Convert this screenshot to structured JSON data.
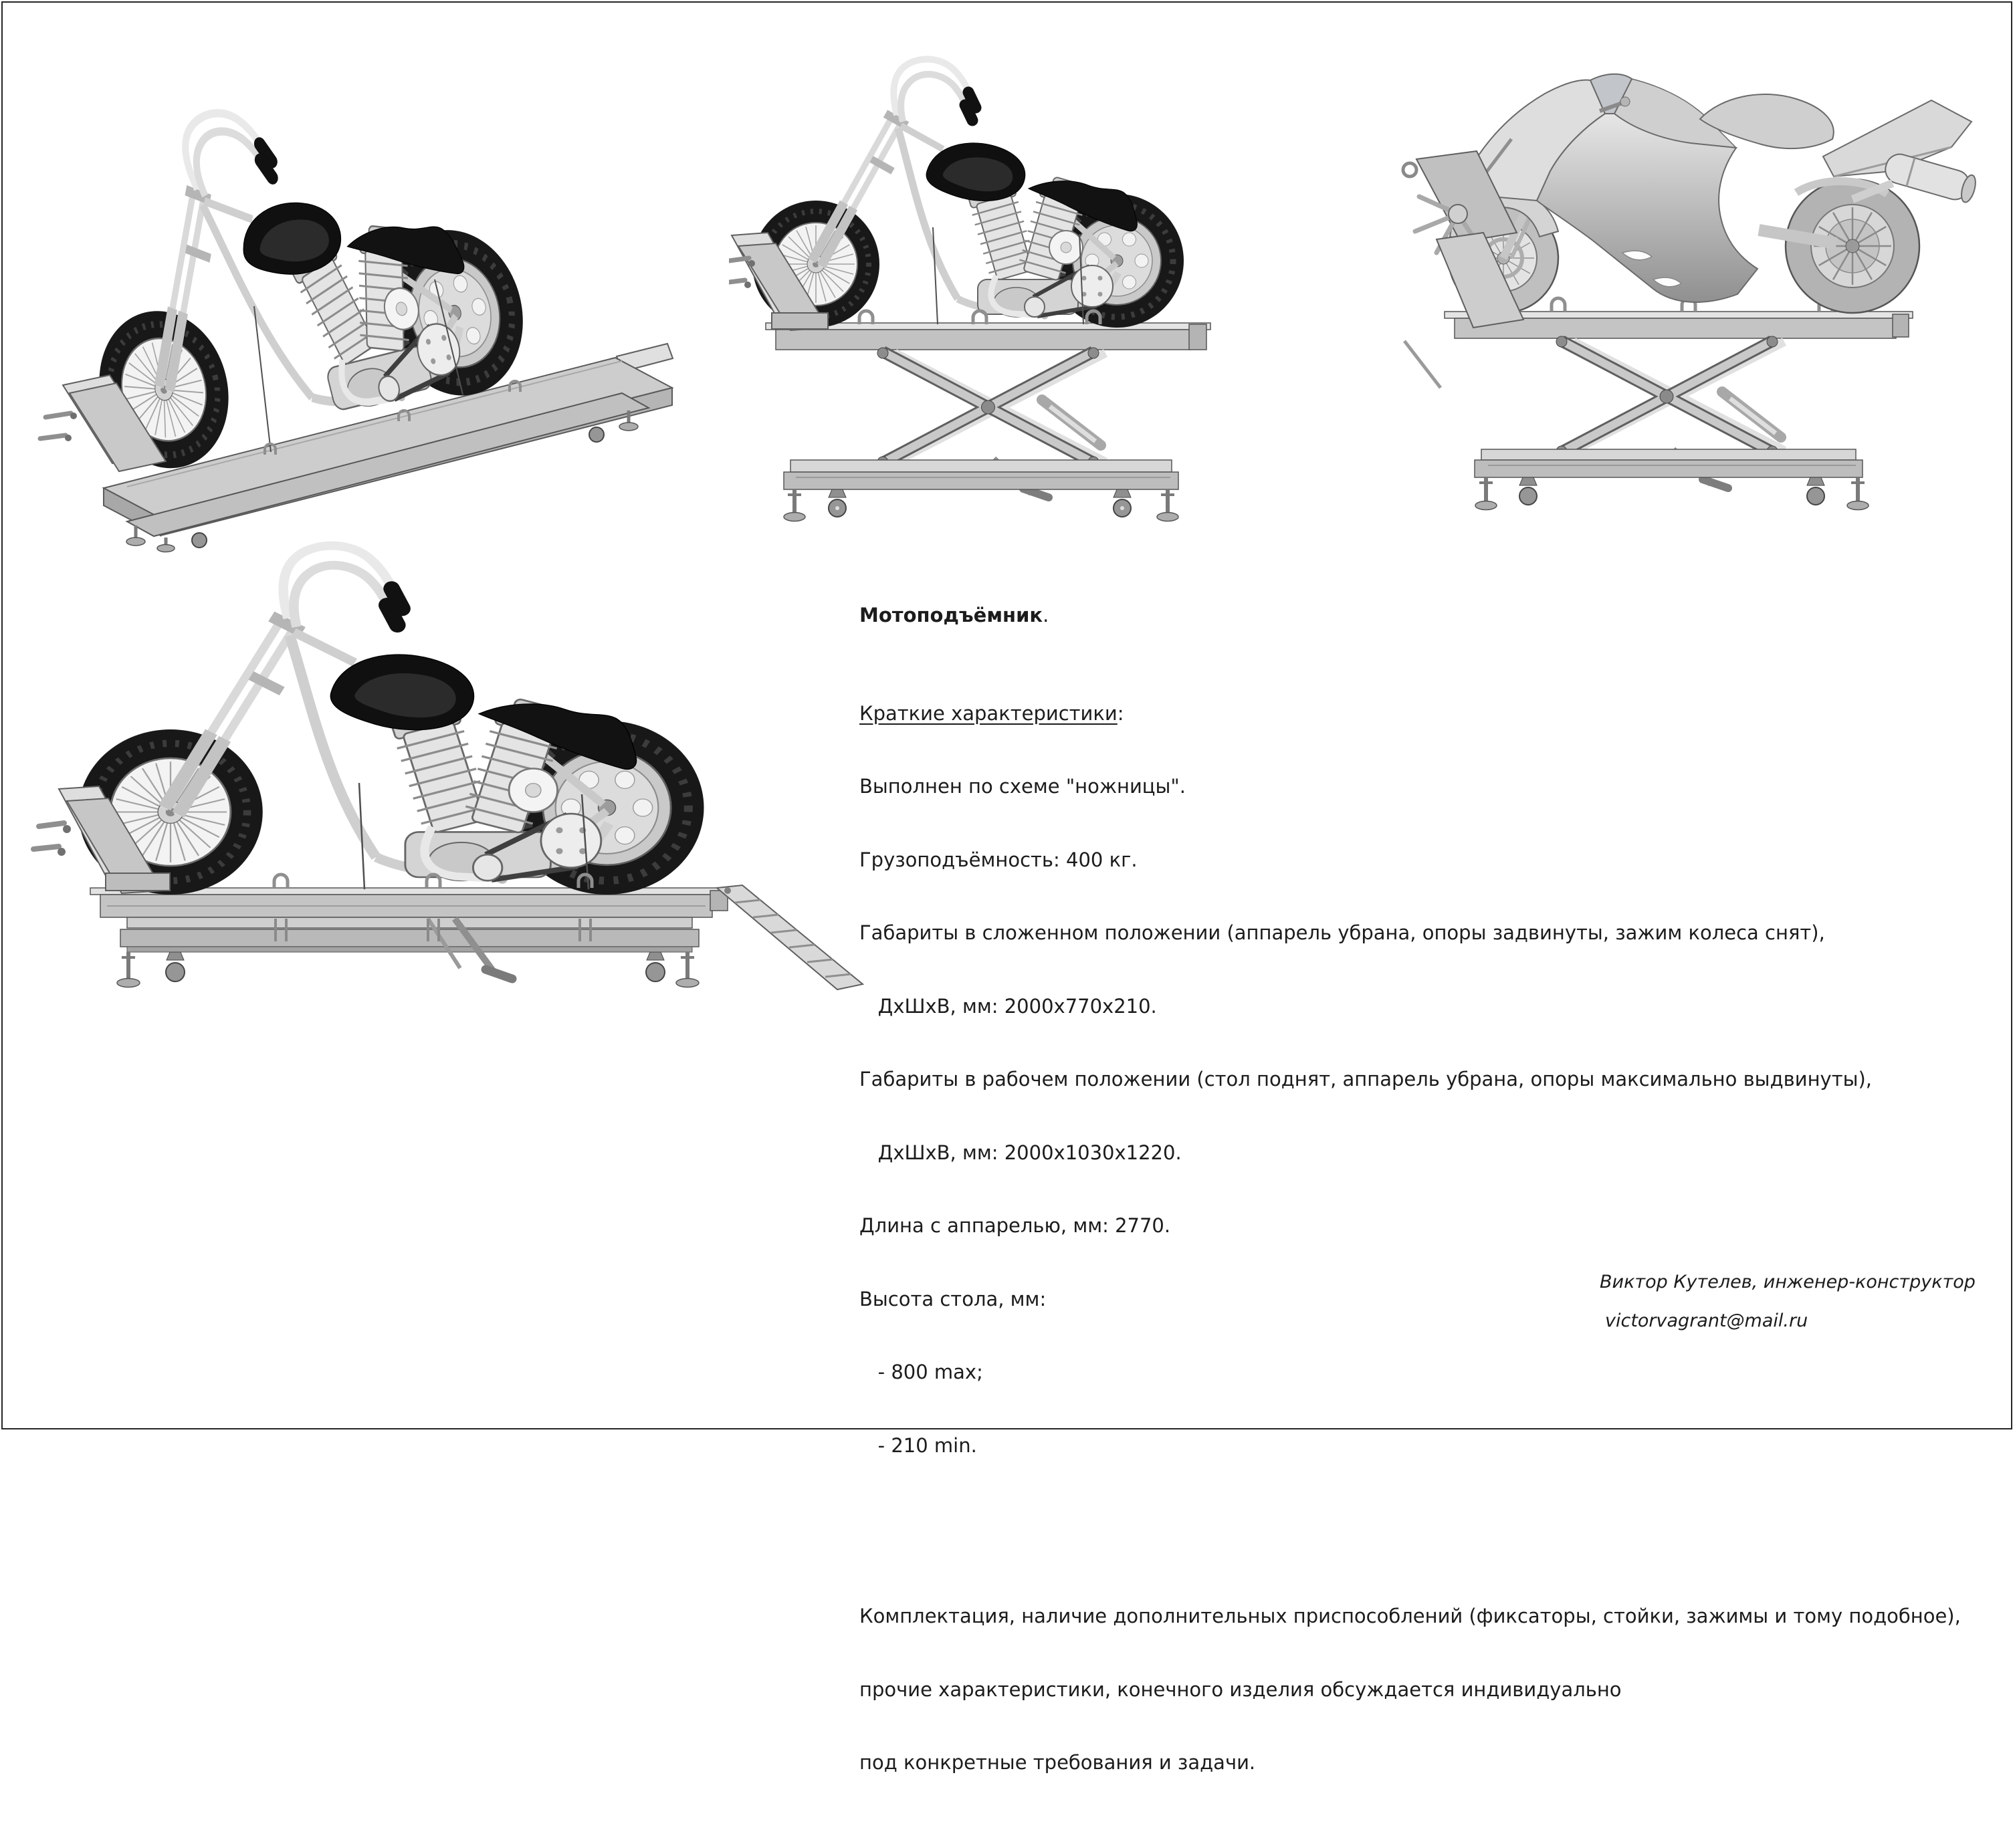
{
  "document": {
    "title": "Мотоподъёмник",
    "title_suffix": ".",
    "specs_heading": "Краткие характеристики",
    "specs_heading_suffix": ":",
    "spec_lines": [
      "Выполнен по схеме \"ножницы\".",
      "Грузоподъёмность: 400 кг.",
      "Габариты в сложенном положении (аппарель убрана, опоры задвинуты, зажим колеса снят),",
      "   ДхШхВ, мм: 2000х770х210.",
      "Габариты в рабочем положении (стол поднят, аппарель убрана, опоры максимально выдвинуты),",
      "   ДхШхВ, мм: 2000х1030х1220.",
      "Длина с аппарелью, мм: 2770.",
      "Высота стола, мм:",
      "   - 800 max;",
      "   - 210 min."
    ],
    "complectation_lines": [
      "Комплектация, наличие дополнительных приспособлений (фиксаторы, стойки, зажимы и тому подобное),",
      "прочие характеристики, конечного изделия обсуждается индивидуально",
      "под конкретные требования и задачи."
    ],
    "signature_name": "Виктор Кутелев, инженер-конструктор",
    "signature_email": "victorvagrant@mail.ru"
  },
  "colors": {
    "page_border": "#262626",
    "text": "#1c1c1c",
    "metal_light": "#e4e4e4",
    "metal_mid": "#c4c4c4",
    "black_parts": "#141414"
  }
}
